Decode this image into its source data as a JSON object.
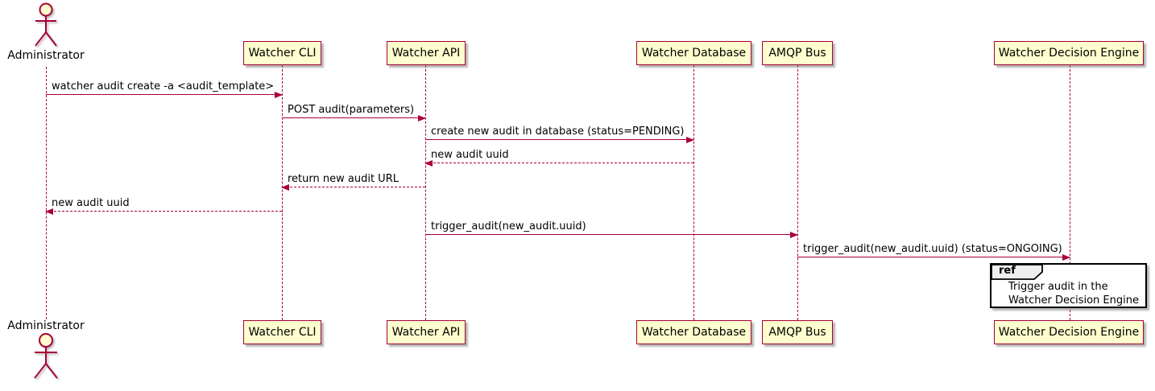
{
  "diagram": {
    "type": "sequence",
    "actor": {
      "name": "Administrator"
    },
    "participants": [
      {
        "name": "Watcher CLI"
      },
      {
        "name": "Watcher API"
      },
      {
        "name": "Watcher Database"
      },
      {
        "name": "AMQP Bus"
      },
      {
        "name": "Watcher Decision Engine"
      }
    ],
    "messages": [
      {
        "text": "watcher audit create -a <audit_template>",
        "from": "Administrator",
        "to": "Watcher CLI",
        "line": "solid",
        "direction": "right"
      },
      {
        "text": "POST audit(parameters)",
        "from": "Watcher CLI",
        "to": "Watcher API",
        "line": "solid",
        "direction": "right"
      },
      {
        "text": "create new audit in database (status=PENDING)",
        "from": "Watcher API",
        "to": "Watcher Database",
        "line": "solid",
        "direction": "right"
      },
      {
        "text": "new audit uuid",
        "from": "Watcher Database",
        "to": "Watcher API",
        "line": "dashed",
        "direction": "left"
      },
      {
        "text": "return new audit URL",
        "from": "Watcher API",
        "to": "Watcher CLI",
        "line": "dashed",
        "direction": "left"
      },
      {
        "text": "new audit uuid",
        "from": "Watcher CLI",
        "to": "Administrator",
        "line": "dashed",
        "direction": "left"
      },
      {
        "text": "trigger_audit(new_audit.uuid)",
        "from": "Watcher API",
        "to": "AMQP Bus",
        "line": "solid",
        "direction": "right"
      },
      {
        "text": "trigger_audit(new_audit.uuid) (status=ONGOING)",
        "from": "AMQP Bus",
        "to": "Watcher Decision Engine",
        "line": "solid",
        "direction": "right"
      }
    ],
    "ref": {
      "keyword": "ref",
      "lines": [
        "Trigger audit in the",
        "Watcher Decision Engine"
      ],
      "over": "Watcher Decision Engine"
    },
    "colors": {
      "participant_fill": "#FEFECE",
      "stroke": "#A80036",
      "text": "#000000",
      "ref_border": "#000000",
      "ref_header_fill": "#EEEEEE"
    }
  }
}
